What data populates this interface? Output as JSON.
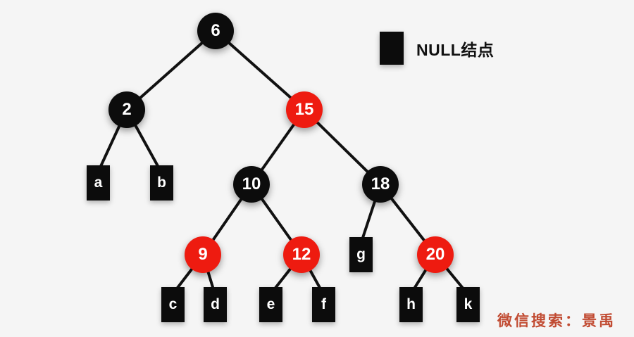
{
  "colors": {
    "background": "#f5f5f5",
    "node-red": "#ee1b10",
    "node-black": "#0c0c0c",
    "edge": "#111111",
    "node-text": "#ffffff",
    "legend-text": "#111111",
    "watermark": "#c14b32"
  },
  "legend": {
    "label": "NULL结点"
  },
  "watermark": {
    "text": "微信搜索：景禹"
  },
  "tree": {
    "type": "red-black-tree",
    "nodes": [
      {
        "label": "6",
        "color": "black",
        "parent": null
      },
      {
        "label": "2",
        "color": "black",
        "parent": "6"
      },
      {
        "label": "15",
        "color": "red",
        "parent": "6"
      },
      {
        "label": "10",
        "color": "black",
        "parent": "15"
      },
      {
        "label": "18",
        "color": "black",
        "parent": "15"
      },
      {
        "label": "9",
        "color": "red",
        "parent": "10"
      },
      {
        "label": "12",
        "color": "red",
        "parent": "10"
      },
      {
        "label": "20",
        "color": "red",
        "parent": "18"
      }
    ],
    "null_leaves": [
      {
        "label": "a",
        "parent": "2"
      },
      {
        "label": "b",
        "parent": "2"
      },
      {
        "label": "c",
        "parent": "9"
      },
      {
        "label": "d",
        "parent": "9"
      },
      {
        "label": "e",
        "parent": "12"
      },
      {
        "label": "f",
        "parent": "12"
      },
      {
        "label": "g",
        "parent": "18"
      },
      {
        "label": "h",
        "parent": "20"
      },
      {
        "label": "k",
        "parent": "20"
      }
    ]
  }
}
